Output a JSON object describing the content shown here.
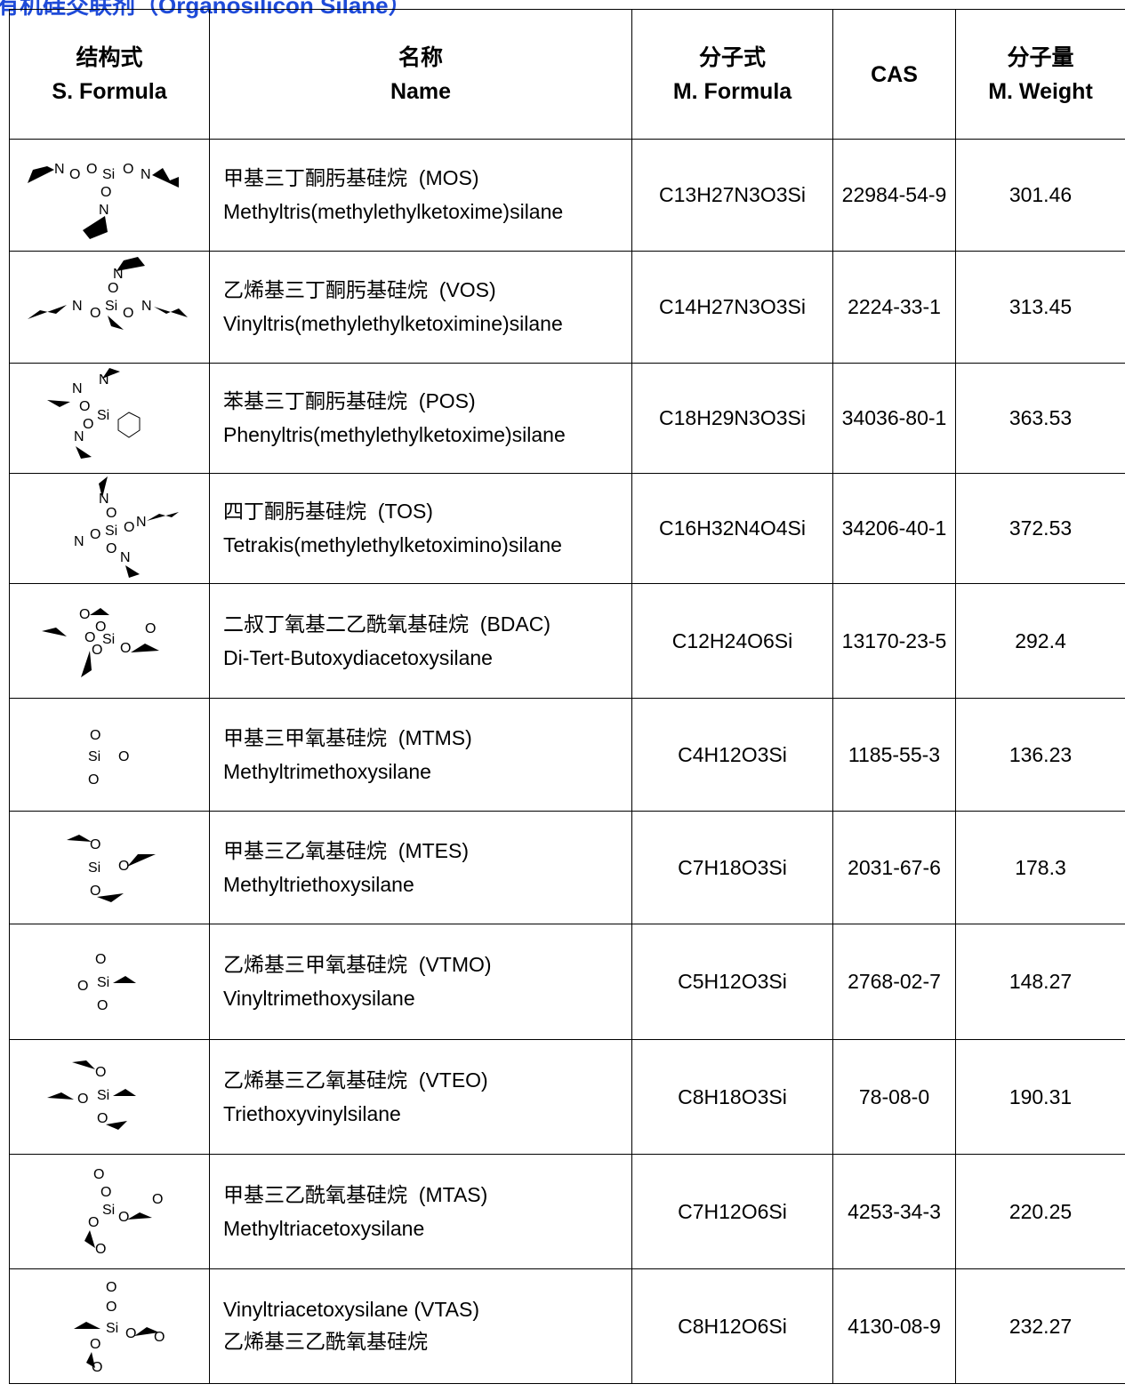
{
  "page_title": "有机硅交联剂（Organosilicon Silane）",
  "header": {
    "structure_zh": "结构式",
    "structure_en": "S. Formula",
    "name_zh": "名称",
    "name_en": "Name",
    "formula_zh": "分子式",
    "formula_en": "M. Formula",
    "cas": "CAS",
    "weight_zh": "分子量",
    "weight_en": "M. Weight"
  },
  "rows": [
    {
      "structure_icon": "methyltris-oxime-structure-icon",
      "line1_zh": "甲基三丁酮肟基硅烷",
      "line1_en": "(MOS)",
      "line2": "Methyltris(methylethylketoxime)silane",
      "formula": "C13H27N3O3Si",
      "cas": "22984-54-9",
      "mw": "301.46"
    },
    {
      "structure_icon": "vinyltris-oxime-structure-icon",
      "line1_zh": "乙烯基三丁酮肟基硅烷",
      "line1_en": "(VOS)",
      "line2": "Vinyltris(methylethylketoximine)silane",
      "formula": "C14H27N3O3Si",
      "cas": "2224-33-1",
      "mw": "313.45"
    },
    {
      "structure_icon": "phenyltris-oxime-structure-icon",
      "line1_zh": "苯基三丁酮肟基硅烷",
      "line1_en": "(POS)",
      "line2": "Phenyltris(methylethylketoxime)silane",
      "formula": "C18H29N3O3Si",
      "cas": "34036-80-1",
      "mw": "363.53"
    },
    {
      "structure_icon": "tetrakis-oxime-structure-icon",
      "line1_zh": "四丁酮肟基硅烷",
      "line1_en": "(TOS)",
      "line2": "Tetrakis(methylethylketoximino)silane",
      "formula": "C16H32N4O4Si",
      "cas": "34206-40-1",
      "mw": "372.53"
    },
    {
      "structure_icon": "di-tert-butoxy-diacetoxy-structure-icon",
      "line1_zh": "二叔丁氧基二乙酰氧基硅烷",
      "line1_en": "(BDAC)",
      "line2": "Di-Tert-Butoxydiacetoxysilane",
      "formula": "C12H24O6Si",
      "cas": "13170-23-5",
      "mw": "292.4"
    },
    {
      "structure_icon": "methyltrimethoxy-structure-icon",
      "line1_zh": "甲基三甲氧基硅烷",
      "line1_en": "(MTMS)",
      "line2": "Methyltrimethoxysilane",
      "formula": "C4H12O3Si",
      "cas": "1185-55-3",
      "mw": "136.23"
    },
    {
      "structure_icon": "methyltriethoxy-structure-icon",
      "line1_zh": "甲基三乙氧基硅烷",
      "line1_en": "(MTES)",
      "line2": "Methyltriethoxysilane",
      "formula": "C7H18O3Si",
      "cas": "2031-67-6",
      "mw": "178.3"
    },
    {
      "structure_icon": "vinyltrimethoxy-structure-icon",
      "line1_zh": "乙烯基三甲氧基硅烷",
      "line1_en": "(VTMO)",
      "line2": "Vinyltrimethoxysilane",
      "formula": "C5H12O3Si",
      "cas": "2768-02-7",
      "mw": "148.27"
    },
    {
      "structure_icon": "vinyltriethoxy-structure-icon",
      "line1_zh": "乙烯基三乙氧基硅烷",
      "line1_en": "(VTEO)",
      "line2": "Triethoxyvinylsilane",
      "formula": "C8H18O3Si",
      "cas": "78-08-0",
      "mw": "190.31"
    },
    {
      "structure_icon": "methyltriacetoxy-structure-icon",
      "line1_zh": "甲基三乙酰氧基硅烷",
      "line1_en": "(MTAS)",
      "line2": "Methyltriacetoxysilane",
      "formula": "C7H12O6Si",
      "cas": "4253-34-3",
      "mw": "220.25"
    },
    {
      "structure_icon": "vinyltriacetoxy-structure-icon",
      "line1_zh": "",
      "line1_en": "Vinyltriacetoxysilane (VTAS)",
      "line2": "乙烯基三乙酰氧基硅烷",
      "formula": "C8H12O6Si",
      "cas": "4130-08-9",
      "mw": "232.27"
    }
  ]
}
